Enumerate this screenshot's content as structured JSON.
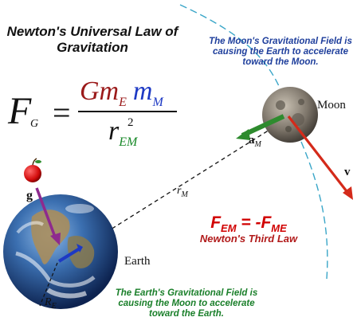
{
  "title": "Newton's Universal Law of Gravitation",
  "formula": {
    "lhs": "F",
    "lhs_sub": "G",
    "equals": "=",
    "num_gm": "Gm",
    "num_gm_sub": "E",
    "num_m": "m",
    "num_m_sub": "M",
    "den_r": "r",
    "den_sup": "2",
    "den_sub": "EM"
  },
  "moon_note": "The Moon's Gravitational Field is causing the Earth to accelerate toward the Moon.",
  "earth_note": "The Earth's Gravitational Field is causing the Moon to accelerate toward the Earth.",
  "third_law": {
    "lhs": "F",
    "lhs_sub": "EM",
    "eq": " = -",
    "rhs": "F",
    "rhs_sub": "ME",
    "name": "Newton's Third Law"
  },
  "labels": {
    "moon": "Moon",
    "earth": "Earth",
    "velocity": "v",
    "gravity": "g",
    "accel": "a",
    "accel_sub": "M",
    "r_m": "r",
    "r_m_sub": "M",
    "r_e": "R",
    "r_e_sub": "E"
  },
  "colors": {
    "gm_red": "#9b1a1a",
    "mass_blue": "#1d39c4",
    "sub_green": "#1a8a2a",
    "moon_note_blue": "#1f3f9c",
    "earth_note_green": "#1a7f2a",
    "third_law_red": "#d10000",
    "velocity_arrow": "#d42a1a",
    "accel_arrow": "#2e8b2e",
    "gravity_arrow": "#8e2a8e",
    "orbit_dashes": "#3aa6c8"
  }
}
